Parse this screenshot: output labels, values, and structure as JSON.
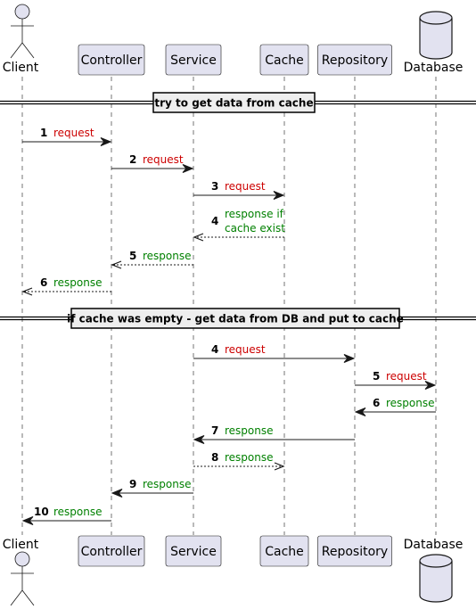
{
  "colors": {
    "request": "#cc0000",
    "response": "#008000",
    "participant_fill": "#e2e2f0"
  },
  "participants": [
    {
      "id": "client",
      "label": "Client",
      "shape": "actor-icon"
    },
    {
      "id": "controller",
      "label": "Controller",
      "shape": "box"
    },
    {
      "id": "service",
      "label": "Service",
      "shape": "box"
    },
    {
      "id": "cache",
      "label": "Cache",
      "shape": "box"
    },
    {
      "id": "repository",
      "label": "Repository",
      "shape": "box"
    },
    {
      "id": "database",
      "label": "Database",
      "shape": "database-icon"
    }
  ],
  "separators": [
    {
      "label": "try to get data from cache"
    },
    {
      "label": "if cache was empty - get data from DB and put to cache"
    }
  ],
  "messages": [
    {
      "num": "1",
      "lines": [
        "request"
      ],
      "from": "client",
      "to": "controller",
      "kind": "request",
      "style": "solid"
    },
    {
      "num": "2",
      "lines": [
        "request"
      ],
      "from": "controller",
      "to": "service",
      "kind": "request",
      "style": "solid"
    },
    {
      "num": "3",
      "lines": [
        "request"
      ],
      "from": "service",
      "to": "cache",
      "kind": "request",
      "style": "solid"
    },
    {
      "num": "4",
      "lines": [
        "response if",
        "cache exist"
      ],
      "from": "cache",
      "to": "service",
      "kind": "response",
      "style": "dashed"
    },
    {
      "num": "5",
      "lines": [
        "response"
      ],
      "from": "service",
      "to": "controller",
      "kind": "response",
      "style": "dashed"
    },
    {
      "num": "6",
      "lines": [
        "response"
      ],
      "from": "controller",
      "to": "client",
      "kind": "response",
      "style": "dashed"
    },
    {
      "num": "4",
      "lines": [
        "request"
      ],
      "from": "service",
      "to": "repository",
      "kind": "request",
      "style": "solid"
    },
    {
      "num": "5",
      "lines": [
        "request"
      ],
      "from": "repository",
      "to": "database",
      "kind": "request",
      "style": "solid"
    },
    {
      "num": "6",
      "lines": [
        "response"
      ],
      "from": "database",
      "to": "repository",
      "kind": "response",
      "style": "solid"
    },
    {
      "num": "7",
      "lines": [
        "response"
      ],
      "from": "repository",
      "to": "service",
      "kind": "response",
      "style": "solid"
    },
    {
      "num": "8",
      "lines": [
        "response"
      ],
      "from": "service",
      "to": "cache",
      "kind": "response",
      "style": "dashed"
    },
    {
      "num": "9",
      "lines": [
        "response"
      ],
      "from": "service",
      "to": "controller",
      "kind": "response",
      "style": "solid"
    },
    {
      "num": "10",
      "lines": [
        "response"
      ],
      "from": "controller",
      "to": "client",
      "kind": "response",
      "style": "solid"
    }
  ]
}
